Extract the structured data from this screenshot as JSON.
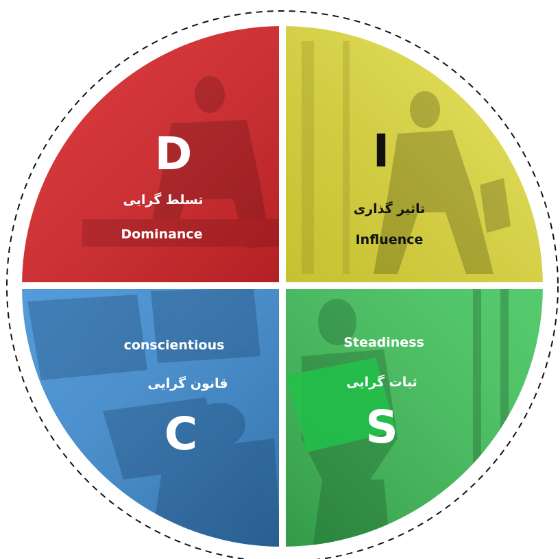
{
  "quadrants": {
    "d": {
      "letter": "D",
      "persian": "تسلط گرایی",
      "english": "Dominance",
      "color": "#d9262a"
    },
    "i": {
      "letter": "I",
      "persian": "تاثیر گذاری",
      "english": "Influence",
      "color": "#eae43a"
    },
    "c": {
      "letter": "C",
      "persian": "قانون گرایی",
      "english": "conscientious",
      "color": "#3d8ed6"
    },
    "s": {
      "letter": "S",
      "persian": "ثبات گرایی",
      "english": "Steadiness",
      "color": "#3fc45a"
    }
  },
  "colors": {
    "outline": "#111111",
    "divider": "#ffffff"
  }
}
